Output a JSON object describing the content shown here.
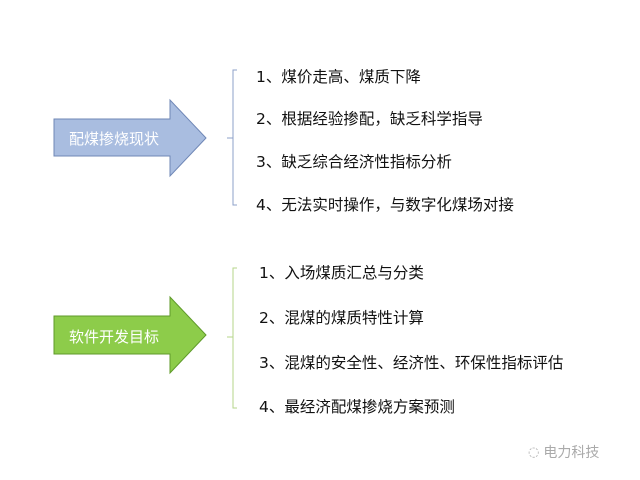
{
  "groups": [
    {
      "label": "配煤掺烧现状",
      "color": "#a9bde0",
      "stroke": "#6f87b6",
      "bracket": "#8ea0c8",
      "items": [
        "1、煤价走高、煤质下降",
        "2、根据经验掺配，缺乏科学指导",
        "3、缺乏综合经济性指标分析",
        "4、无法实时操作，与数字化煤场对接"
      ]
    },
    {
      "label": "软件开发目标",
      "color": "#8dcc4a",
      "stroke": "#5f9a2a",
      "bracket": "#b5d68a",
      "items": [
        "1、入场煤质汇总与分类",
        "2、混煤的煤质特性计算",
        "3、混煤的安全性、经济性、环保性指标评估",
        "4、最经济配煤掺烧方案预测"
      ]
    }
  ],
  "watermark": "电力科技"
}
